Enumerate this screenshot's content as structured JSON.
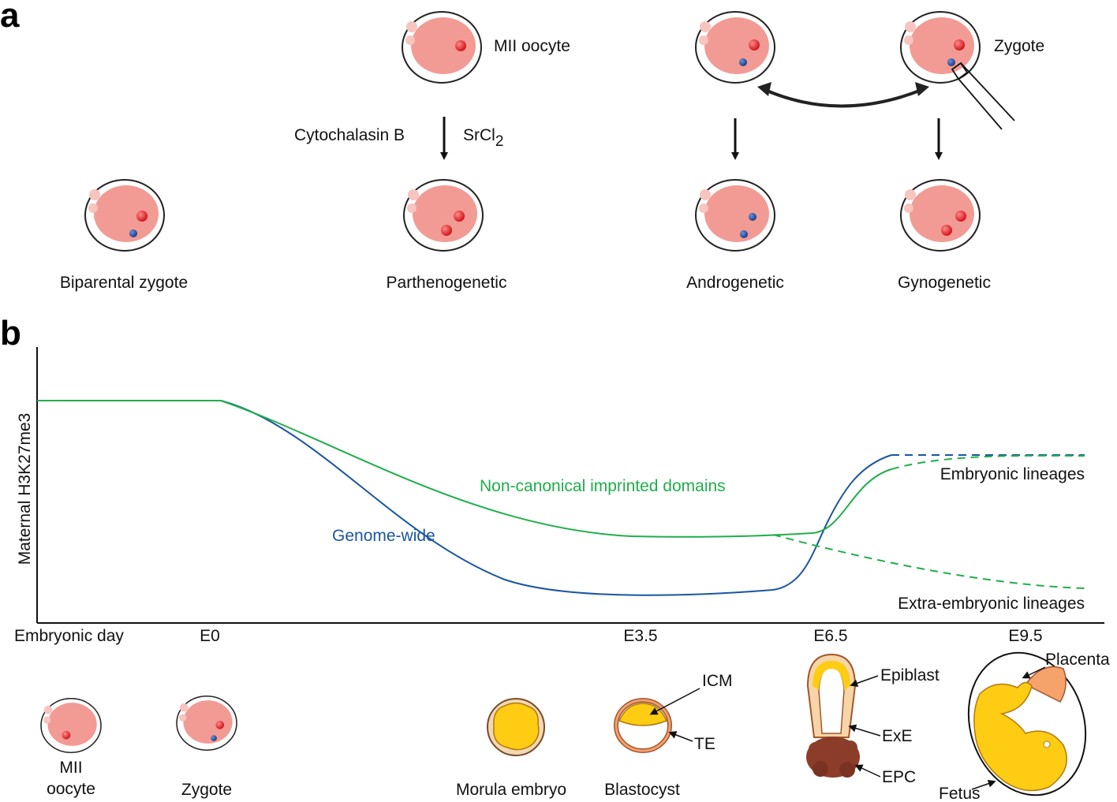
{
  "panel_a": {
    "letter": "a",
    "mii_oocyte": "MII oocyte",
    "zygote": "Zygote",
    "cytochalasin": "Cytochalasin B",
    "srcl": "SrCl",
    "srcl_sub": "2",
    "biparental": "Biparental zygote",
    "parthenogenetic": "Parthenogenetic",
    "androgenetic": "Androgenetic",
    "gynogenetic": "Gynogenetic"
  },
  "panel_b": {
    "letter": "b",
    "ylabel": "Maternal H3K27me3",
    "xlabel": "Embryonic day",
    "ticks": [
      "E0",
      "E3.5",
      "E6.5",
      "E9.5"
    ],
    "curves": {
      "green_label": "Non-canonical imprinted domains",
      "blue_label": "Genome-wide",
      "embryonic": "Embryonic lineages",
      "extra": "Extra-embryonic lineages"
    },
    "colors": {
      "green": "#1fae4b",
      "blue": "#1a56a0",
      "cell": "#f29b94",
      "red": "#e3242b",
      "dark_blue": "#1f4fa0",
      "yolk": "#ffcc14",
      "epc": "#8c3d2a"
    },
    "stages": {
      "mii_line1": "MII",
      "mii_line2": "oocyte",
      "zygote": "Zygote",
      "morula": "Morula embryo",
      "blastocyst": "Blastocyst",
      "icm": "ICM",
      "te": "TE",
      "epiblast": "Epiblast",
      "exe": "ExE",
      "epc": "EPC",
      "placenta": "Placenta",
      "fetus": "Fetus"
    }
  }
}
